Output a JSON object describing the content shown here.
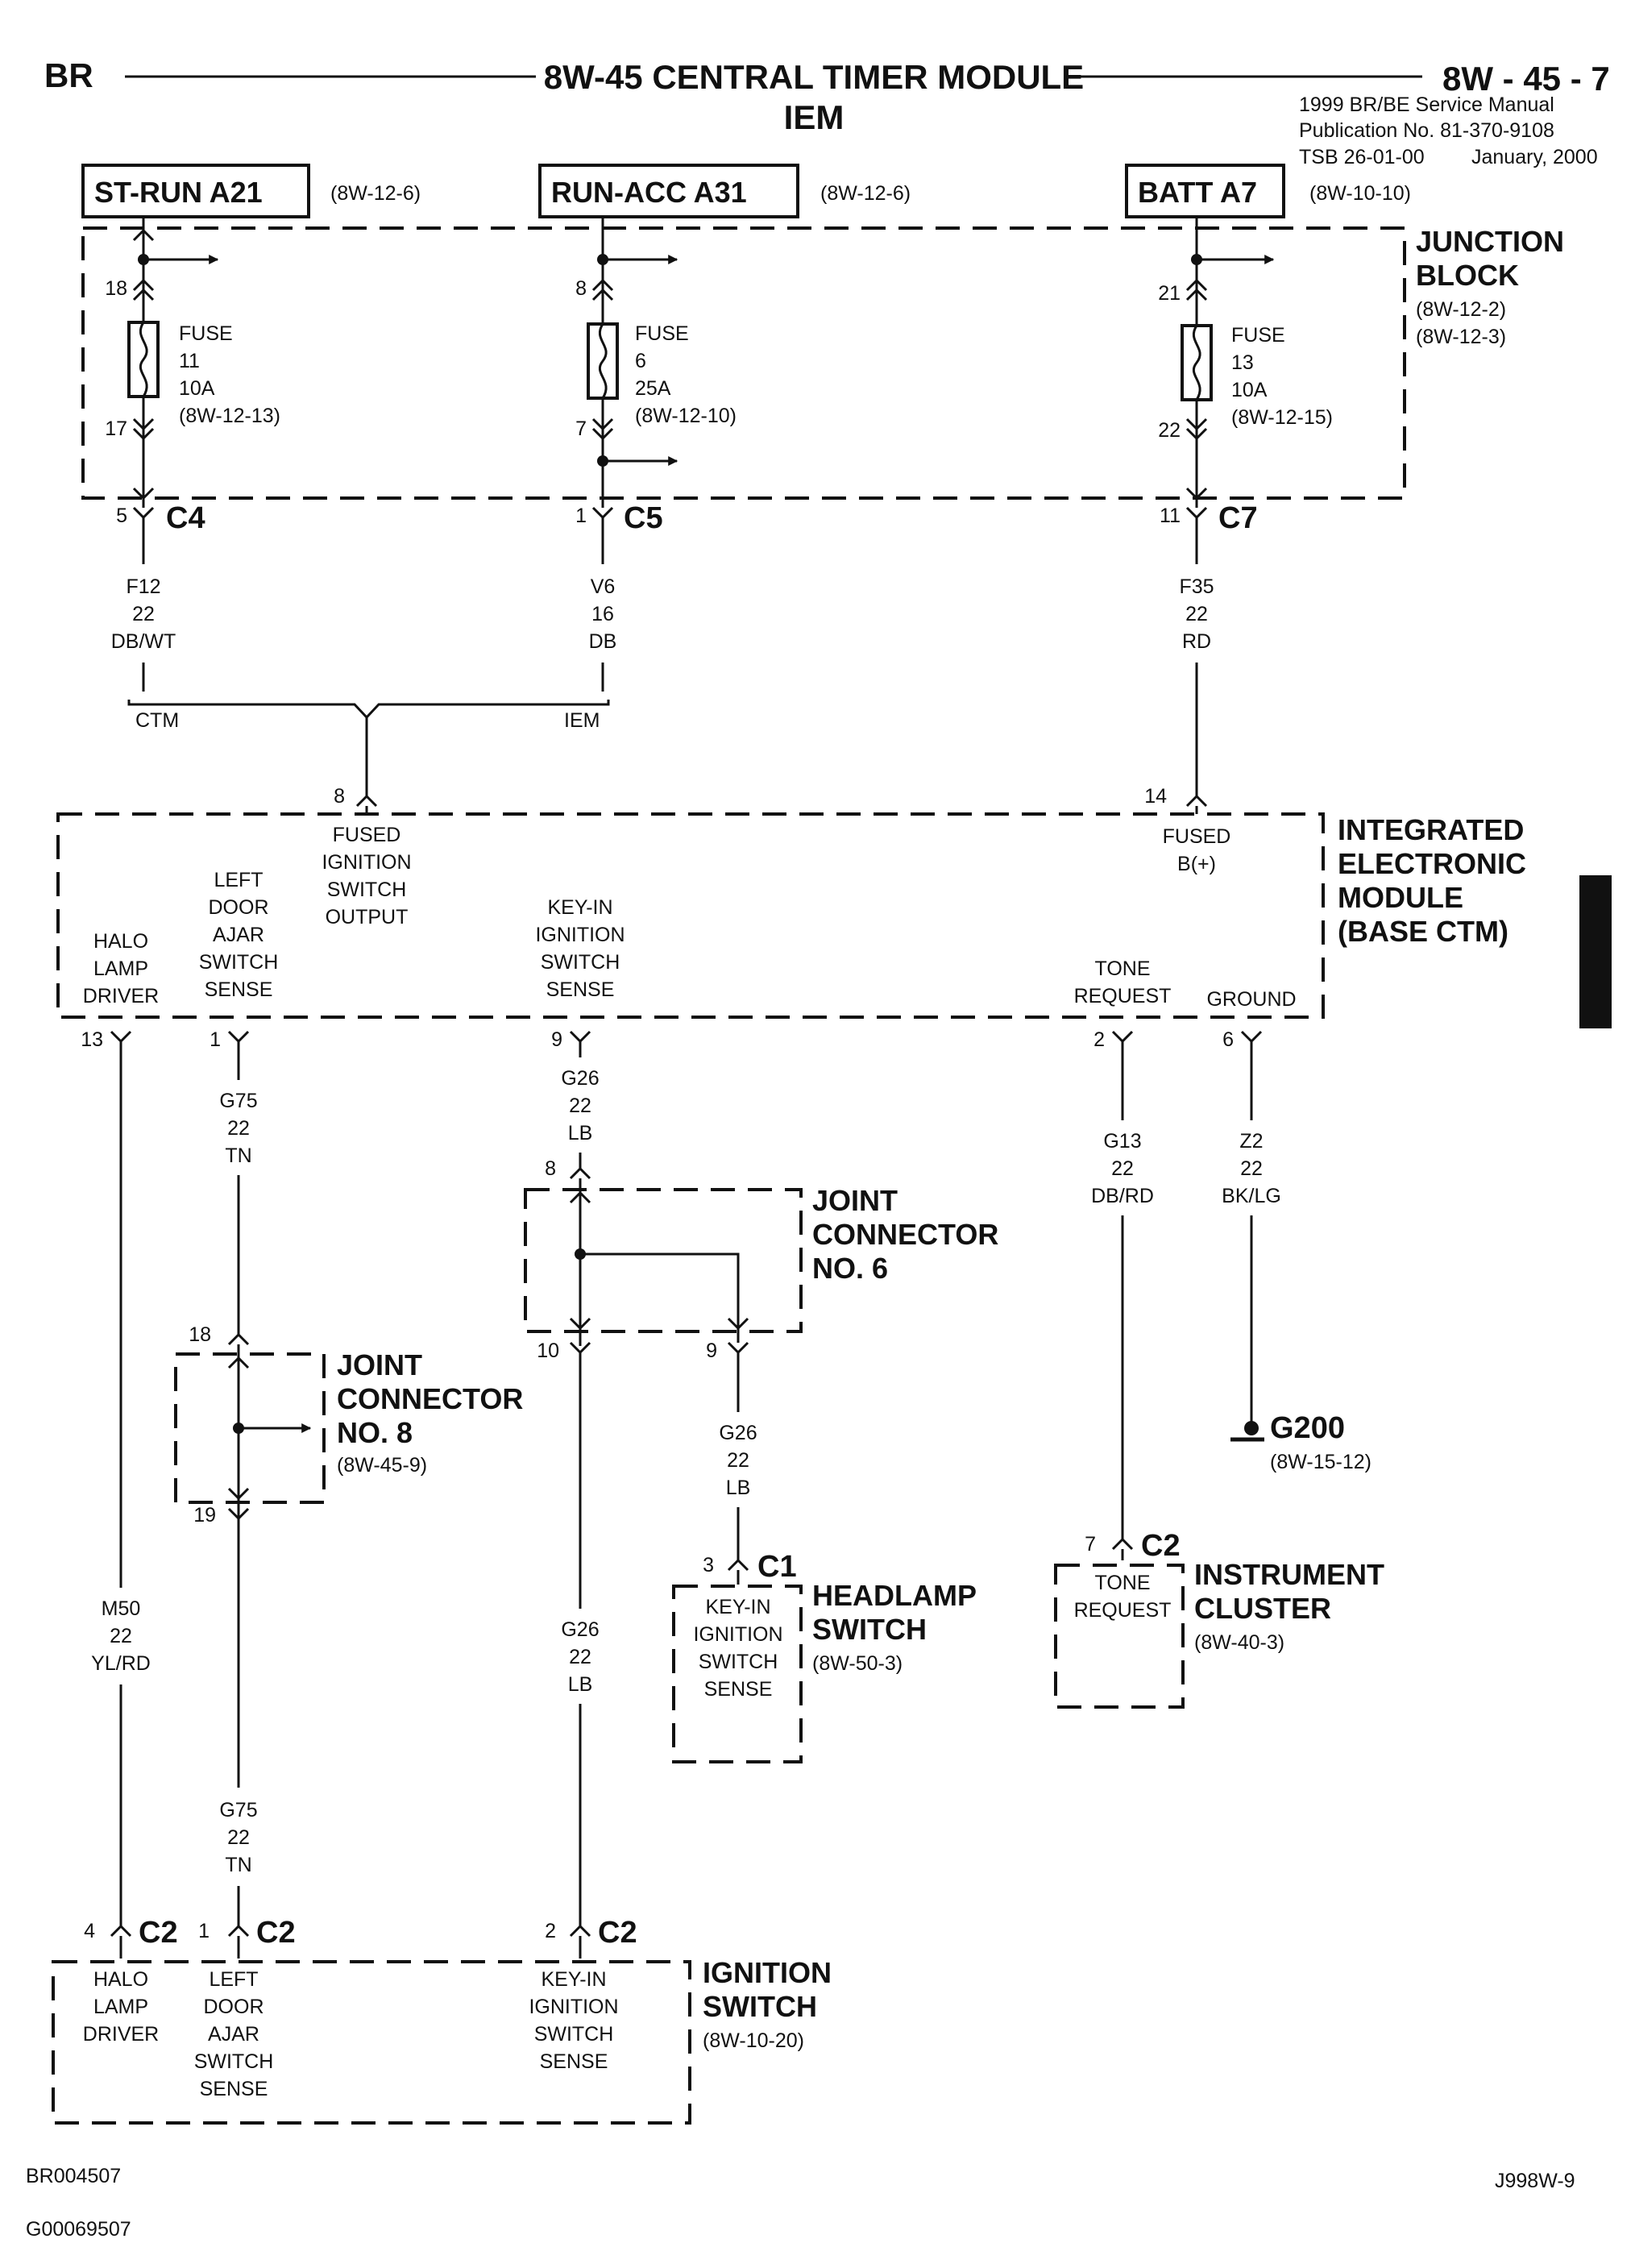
{
  "header": {
    "left": "BR",
    "title": "8W-45 CENTRAL TIMER MODULE",
    "subtitle": "IEM",
    "page_number": "8W - 45 - 7",
    "manual": "1999 BR/BE Service Manual",
    "publication": "Publication No. 81-370-9108",
    "tsb": "TSB 26-01-00",
    "date": "January, 2000"
  },
  "power_sources": [
    {
      "label": "ST-RUN A21",
      "ref": "(8W-12-6)"
    },
    {
      "label": "RUN-ACC A31",
      "ref": "(8W-12-6)"
    },
    {
      "label": "BATT A7",
      "ref": "(8W-10-10)"
    }
  ],
  "junction_block": {
    "title_1": "JUNCTION",
    "title_2": "BLOCK",
    "ref_1": "(8W-12-2)",
    "ref_2": "(8W-12-3)",
    "fuses": [
      {
        "label": "FUSE",
        "number": "11",
        "rating": "10A",
        "ref": "(8W-12-13)",
        "pin_in": "18",
        "pin_out": "17"
      },
      {
        "label": "FUSE",
        "number": "6",
        "rating": "25A",
        "ref": "(8W-12-10)",
        "pin_in": "8",
        "pin_out": "7"
      },
      {
        "label": "FUSE",
        "number": "13",
        "rating": "10A",
        "ref": "(8W-12-15)",
        "pin_in": "21",
        "pin_out": "22"
      }
    ],
    "connectors": [
      {
        "pin": "5",
        "name": "C4"
      },
      {
        "pin": "1",
        "name": "C5"
      },
      {
        "pin": "11",
        "name": "C7"
      }
    ]
  },
  "wires": {
    "f12": [
      "F12",
      "22",
      "DB/WT"
    ],
    "v6": [
      "V6",
      "16",
      "DB"
    ],
    "f35": [
      "F35",
      "22",
      "RD"
    ],
    "g75a": [
      "G75",
      "22",
      "TN"
    ],
    "g75b": [
      "G75",
      "22",
      "TN"
    ],
    "g26a": [
      "G26",
      "22",
      "LB"
    ],
    "g26b": [
      "G26",
      "22",
      "LB"
    ],
    "g26c": [
      "G26",
      "22",
      "LB"
    ],
    "g13": [
      "G13",
      "22",
      "DB/RD"
    ],
    "z2": [
      "Z2",
      "22",
      "BK/LG"
    ],
    "m50": [
      "M50",
      "22",
      "YL/RD"
    ]
  },
  "splice": {
    "left": "CTM",
    "right": "IEM"
  },
  "iem": {
    "title": [
      "INTEGRATED",
      "ELECTRONIC",
      "MODULE",
      "(BASE CTM)"
    ],
    "pin_fused_ign": "8",
    "pin_fused_batt": "14",
    "fused_ign": [
      "FUSED",
      "IGNITION",
      "SWITCH",
      "OUTPUT"
    ],
    "fused_batt": [
      "FUSED",
      "B(+)"
    ],
    "halo": [
      "HALO",
      "LAMP",
      "DRIVER"
    ],
    "left_door": [
      "LEFT",
      "DOOR",
      "AJAR",
      "SWITCH",
      "SENSE"
    ],
    "key_in": [
      "KEY-IN",
      "IGNITION",
      "SWITCH",
      "SENSE"
    ],
    "tone": [
      "TONE",
      "REQUEST"
    ],
    "ground": "GROUND",
    "pins": [
      "13",
      "1",
      "9",
      "2",
      "6"
    ]
  },
  "jc6": {
    "title": [
      "JOINT",
      "CONNECTOR",
      "NO. 6"
    ],
    "pin_top": "8",
    "pin_bl": "10",
    "pin_br": "9"
  },
  "jc8": {
    "title": [
      "JOINT",
      "CONNECTOR",
      "NO. 8"
    ],
    "ref": "(8W-45-9)",
    "pin_top": "18",
    "pin_bottom": "19"
  },
  "g200": {
    "label": "G200",
    "ref": "(8W-15-12)"
  },
  "headlamp": {
    "title": [
      "HEADLAMP",
      "SWITCH"
    ],
    "ref": "(8W-50-3)",
    "pin": "3",
    "conn": "C1",
    "func": [
      "KEY-IN",
      "IGNITION",
      "SWITCH",
      "SENSE"
    ]
  },
  "cluster": {
    "title": [
      "INSTRUMENT",
      "CLUSTER"
    ],
    "ref": "(8W-40-3)",
    "pin": "7",
    "conn": "C2",
    "func": [
      "TONE",
      "REQUEST"
    ]
  },
  "ignition": {
    "title": [
      "IGNITION",
      "SWITCH"
    ],
    "ref": "(8W-10-20)",
    "pins": [
      {
        "pin": "4",
        "conn": "C2"
      },
      {
        "pin": "1",
        "conn": "C2"
      },
      {
        "pin": "2",
        "conn": "C2"
      }
    ],
    "halo": [
      "HALO",
      "LAMP",
      "DRIVER"
    ],
    "left_door": [
      "LEFT",
      "DOOR",
      "AJAR",
      "SWITCH",
      "SENSE"
    ],
    "key_in": [
      "KEY-IN",
      "IGNITION",
      "SWITCH",
      "SENSE"
    ]
  },
  "footer": {
    "code_1": "BR004507",
    "code_2": "G00069507",
    "code_right": "J998W-9"
  }
}
